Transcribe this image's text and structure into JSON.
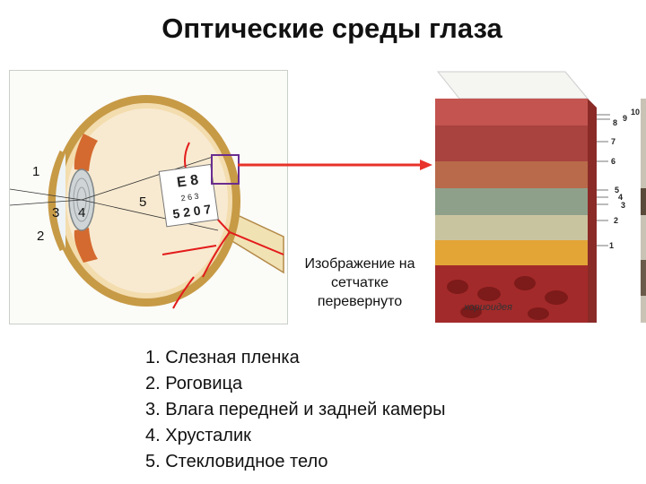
{
  "title": "Оптические среды глаза",
  "eye_labels": {
    "l1": "1",
    "l2": "2",
    "l3": "3",
    "l4": "4",
    "l5": "5"
  },
  "chart_on_retina": {
    "row1": "E 8",
    "row2": "2 6 3",
    "row3": "5 2 0 7"
  },
  "caption": [
    "Изображение на",
    "сетчатке",
    "перевернуто"
  ],
  "retina_layer_labels": [
    "10",
    "9",
    "8",
    "7",
    "6",
    "5",
    "4",
    "3",
    "2",
    "1"
  ],
  "chorioid_label": "хориоидея",
  "legend": [
    "1. Слезная пленка",
    "2. Роговица",
    "3. Влага передней и задней камеры",
    "4. Хрусталик",
    "5. Стекловидное тело"
  ],
  "colors": {
    "arrow": "#e8322a",
    "highlight_box": "#6a2d8f",
    "vessels": "#e31b1b"
  }
}
